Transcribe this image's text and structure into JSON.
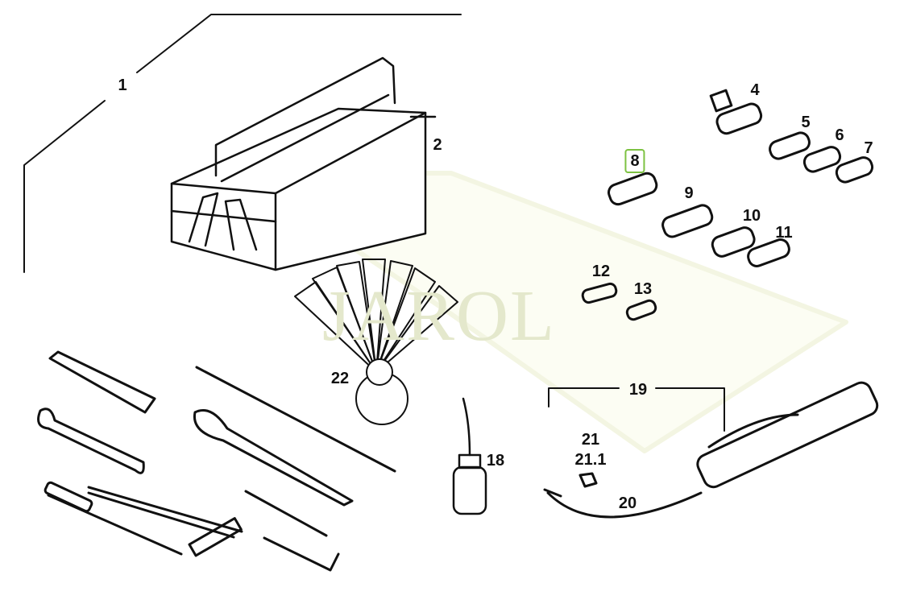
{
  "watermark": "JAROL",
  "selected_callout": "8",
  "accent_color": "#7dc242",
  "callouts": {
    "c1": "1",
    "c2": "2",
    "c4": "4",
    "c5": "5",
    "c6": "6",
    "c7": "7",
    "c8": "8",
    "c9": "9",
    "c10": "10",
    "c11": "11",
    "c12": "12",
    "c13": "13",
    "c18": "18",
    "c19": "19",
    "c20": "20",
    "c21": "21",
    "c21_1": "21.1",
    "c22": "22"
  }
}
